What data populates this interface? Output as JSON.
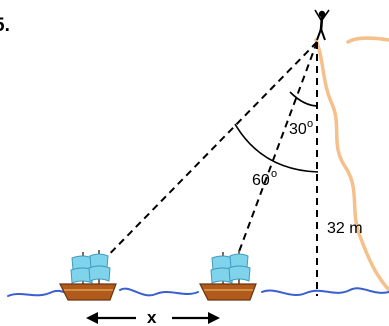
{
  "problem": {
    "number_label": "5."
  },
  "labels": {
    "angle_small": "30",
    "angle_large": "60",
    "degree_mark": "o",
    "height": "32 m",
    "distance": "x"
  },
  "colors": {
    "cliff": "#f5c08a",
    "water": "#3a5fd0",
    "hull": "#b05a1c",
    "hull_dark": "#6e3510",
    "sail": "#7fd3ea",
    "sail_dark": "#3e9bbf",
    "line": "#000000"
  },
  "icons": {
    "observer": "person-on-cliff-icon",
    "ship": "sailing-ship-icon"
  }
}
